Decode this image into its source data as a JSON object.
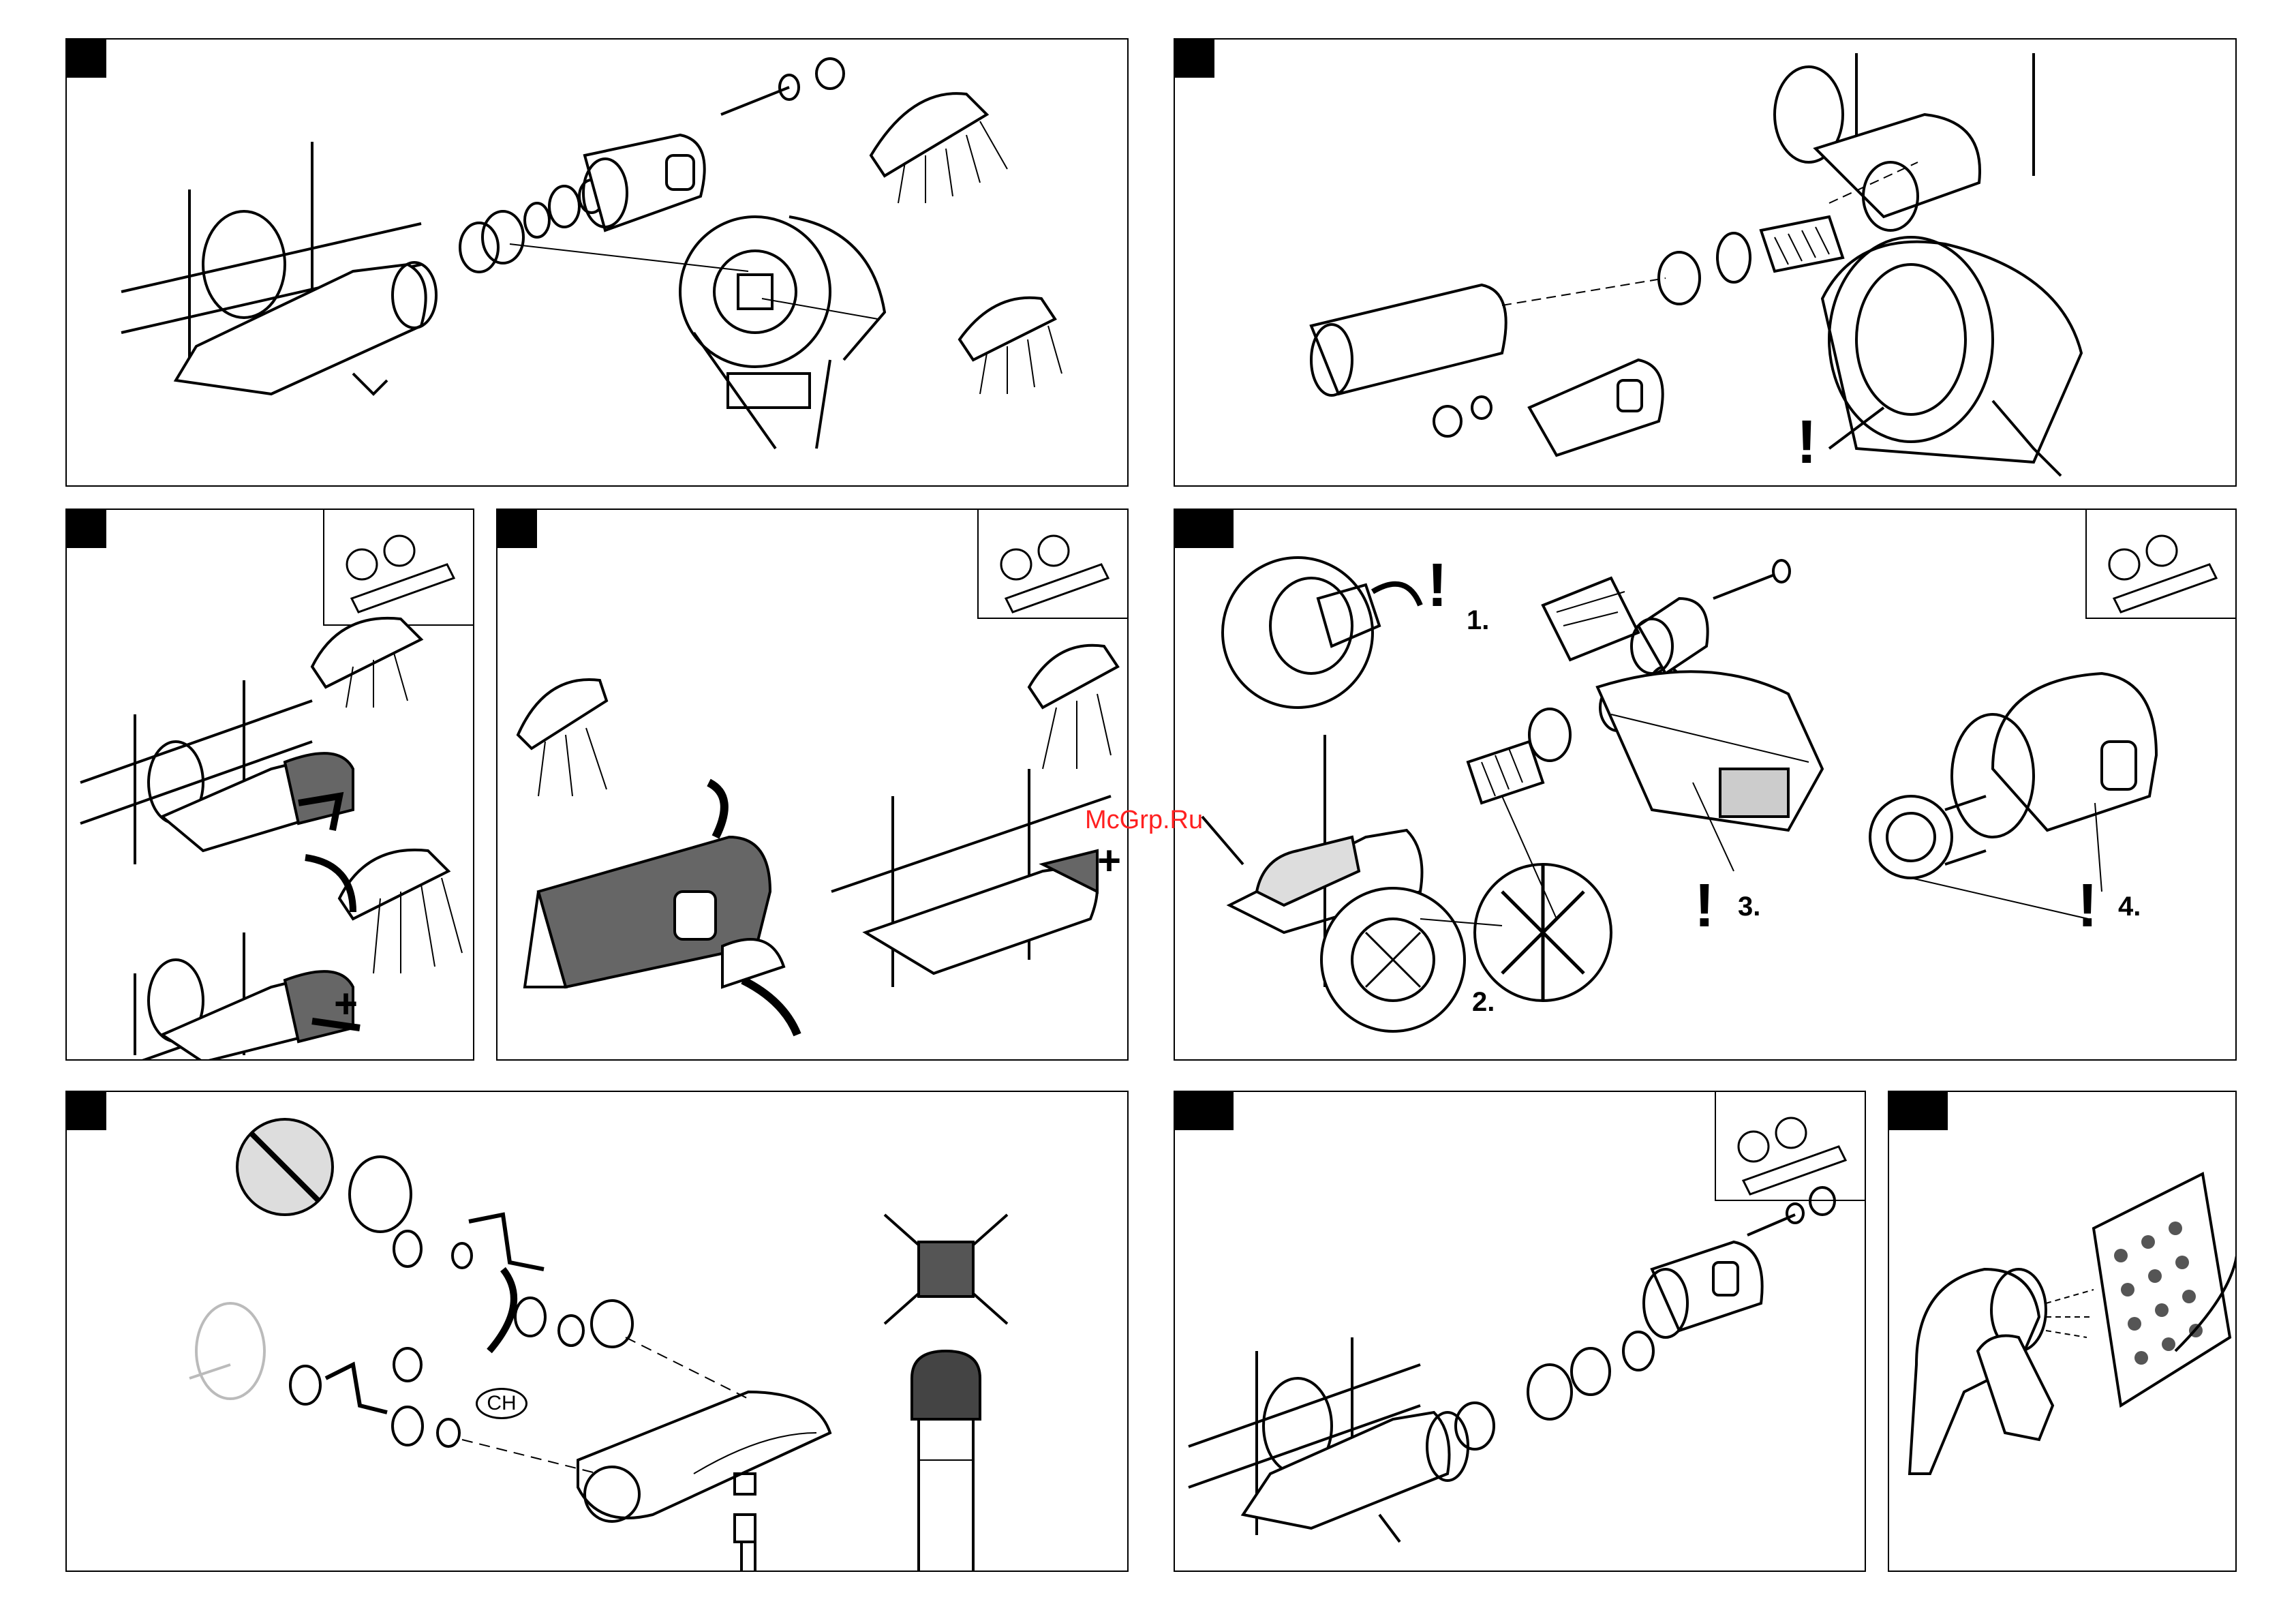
{
  "watermark": "McGrp.Ru",
  "steps": {
    "s1": "1.",
    "s2": "2.",
    "s3": "3.",
    "s4": "4."
  },
  "country_code": "CH",
  "symbols": {
    "warning": "!",
    "plus": "+"
  }
}
